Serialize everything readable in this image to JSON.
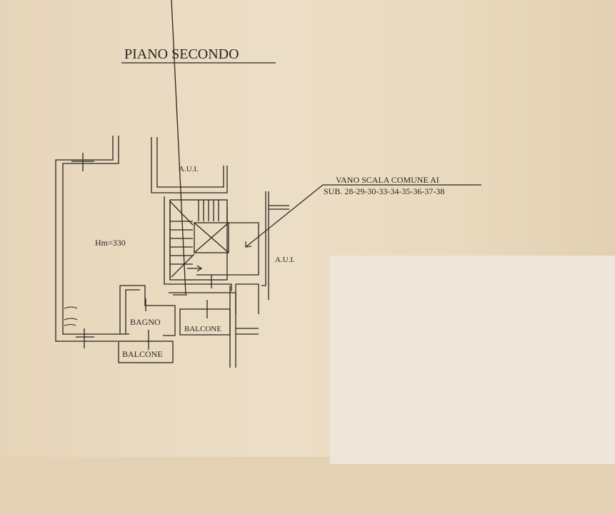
{
  "title": "PIANO SECONDO",
  "labels": {
    "main_room": "Hm=330",
    "aui_top": "A.U.I.",
    "aui_right": "A.U.I.",
    "bathroom": "BAGNO",
    "balcony_right": "BALCONE",
    "balcony_bottom": "BALCONE"
  },
  "annotation": {
    "line1": "VANO SCALA COMUNE AI",
    "line2": "SUB. 28-29-30-33-34-35-36-37-38"
  }
}
